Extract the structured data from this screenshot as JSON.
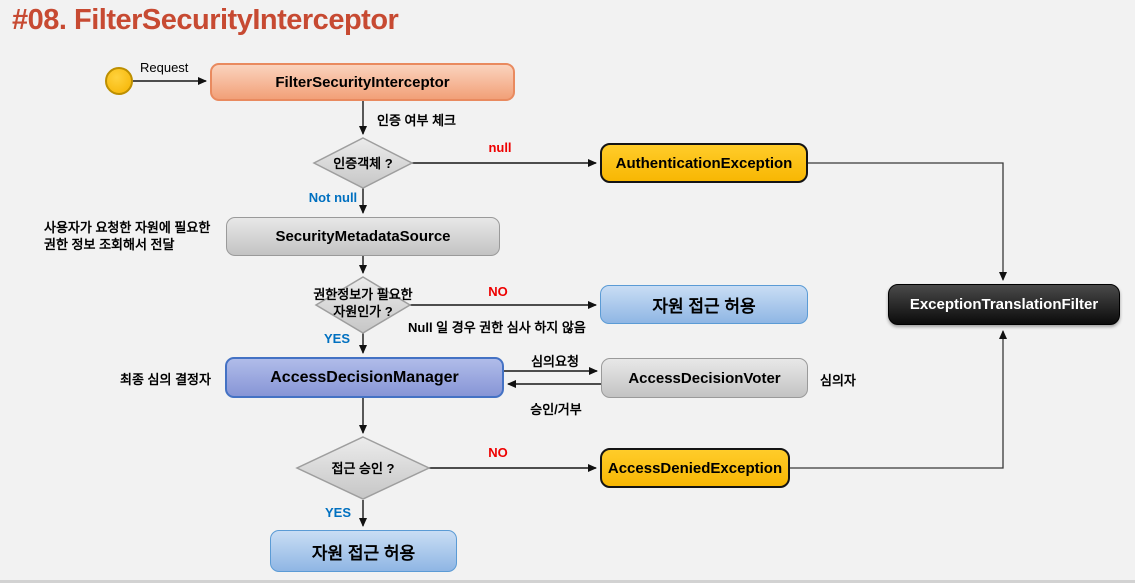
{
  "title": "#08. FilterSecurityInterceptor",
  "start": {
    "request_label": "Request"
  },
  "nodes": {
    "filter_security_interceptor": "FilterSecurityInterceptor",
    "authentication_exception": "AuthenticationException",
    "security_metadata_source": "SecurityMetadataSource",
    "resource_access_allowed_top": "자원 접근 허용",
    "access_decision_manager": "AccessDecisionManager",
    "access_decision_voter": "AccessDecisionVoter",
    "access_denied_exception": "AccessDeniedException",
    "exception_translation_filter": "ExceptionTranslationFilter",
    "resource_access_allowed_bottom": "자원 접근 허용"
  },
  "decisions": {
    "auth_object": "인증객체 ?",
    "needs_permission_line1": "권한정보가 필요한",
    "needs_permission_line2": "자원인가 ?",
    "access_approved": "접근 승인 ?"
  },
  "edge_labels": {
    "auth_check": "인증 여부 체크",
    "null_branch": "null",
    "not_null_branch": "Not null",
    "no_permission": "NO",
    "yes_permission": "YES",
    "review_request": "심의요청",
    "approve_reject": "승인/거부",
    "no_approved": "NO",
    "yes_approved": "YES"
  },
  "notes": {
    "sms_note_line1": "사용자가 요청한 자원에 필요한",
    "sms_note_line2": "권한 정보 조회해서 전달",
    "null_note": "Null 일 경우 권한 심사 하지 않음",
    "manager_note": "최종 심의 결정자",
    "voter_note": "심의자"
  },
  "colors": {
    "title": "#C74A32",
    "red_label": "#EE0000",
    "blue_label": "#0070C0",
    "gold_fill": "#FFC010",
    "orange_fill": "#F2A078",
    "blue_fill": "#8FB6E4",
    "violet_fill": "#8796D6",
    "black_fill": "#1A1A1A",
    "gray_fill": "#D0D0D0",
    "background": "#F2F2F2"
  }
}
